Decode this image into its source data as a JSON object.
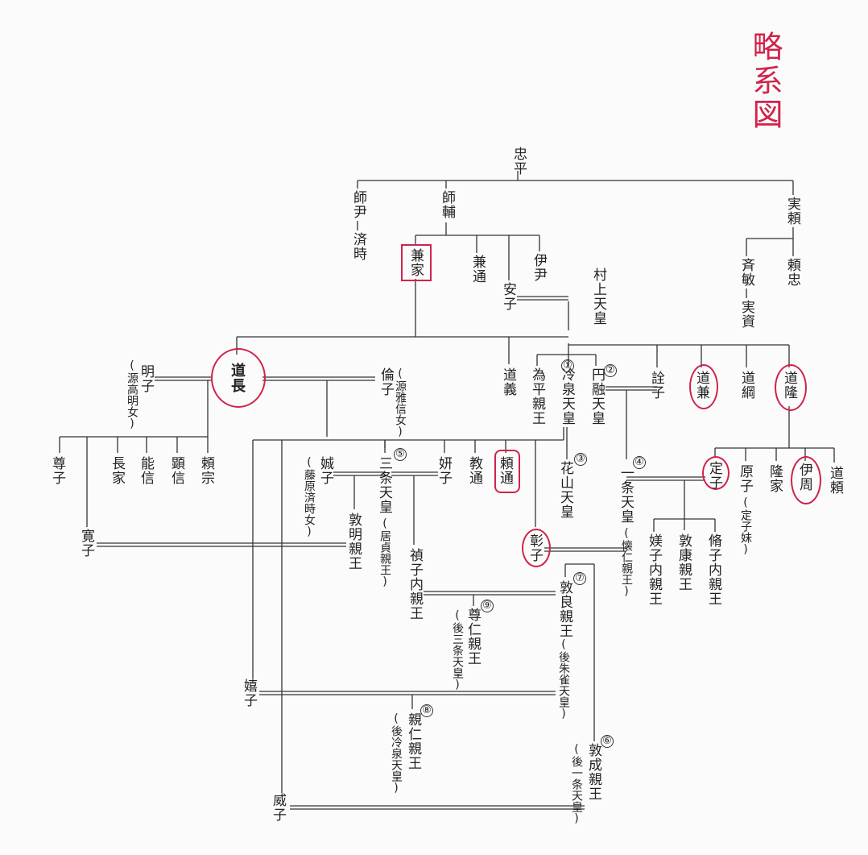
{
  "title": "略系図",
  "persons": {
    "tadahira": "忠平",
    "morotada": "師尹",
    "naritoki": "済時",
    "morosuke": "師輔",
    "saneyori": "実頼",
    "kaneie": "兼家",
    "kanemichi": "兼通",
    "koretada": "伊尹",
    "anshi": "安子",
    "murakami": "村上天皇",
    "tadatoshi": "斉敏",
    "yoritada": "頼忠",
    "sanesuke": "実資",
    "akiko_m": "明子",
    "michinaga": "道長",
    "rinshi": "倫子",
    "michiyoshi": "道義",
    "tamehira": "為平親王",
    "reizei": "冷泉天皇",
    "enyu": "円融天皇",
    "senshi": "詮子",
    "michikane": "道兼",
    "michitsuna": "道綱",
    "michitaka": "道隆",
    "takako": "尊子",
    "nagaie": "長家",
    "yoshinobu": "能信",
    "akinobu": "顕信",
    "yorimune": "頼宗",
    "seishi": "娍子",
    "sanjo": "三条天皇",
    "kenshi": "妍子",
    "norimichi": "教通",
    "yorimichi": "頼通",
    "kazan": "花山天皇",
    "ichijo": "一条天皇",
    "teishi": "定子",
    "genshi": "原子",
    "takaie": "隆家",
    "korechika": "伊周",
    "michiyori": "道頼",
    "kanshi": "寛子",
    "atsuakira": "敦明親王",
    "shoshi": "彰子",
    "teishi_naishinno": "禎子内親王",
    "atsunaga": "敦良親王",
    "biko": "媄子内親王",
    "atsuyasu": "敦康親王",
    "shushi": "脩子内親王",
    "takahito": "尊仁親王",
    "kishi": "嬉子",
    "chikahito": "親仁親王",
    "atsuhira": "敦成親王",
    "ishi": "威子"
  },
  "notes": {
    "akiko_m": "(源高明女)",
    "rinshi": "(源雅信女)",
    "seishi": "(藤原済時女)",
    "sanjo": "(居貞親王)",
    "ichijo": "(懐仁親王)",
    "genshi": "(定子妹)",
    "takahito": "(後三条天皇)",
    "atsunaga": "(後朱雀天皇)",
    "chikahito": "(後冷泉天皇)",
    "atsuhira": "(後一条天皇)"
  },
  "reign_numbers": {
    "reizei": "①",
    "enyu": "②",
    "kazan": "③",
    "ichijo": "④",
    "sanjo": "⑤",
    "atsuhira": "⑥",
    "atsunaga": "⑦",
    "chikahito": "⑧",
    "takahito": "⑨"
  },
  "highlight_color": "#d0234a",
  "line_color": "#333333"
}
